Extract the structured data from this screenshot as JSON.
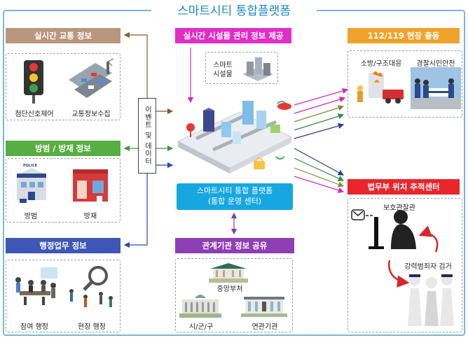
{
  "title": "스마트시티 통합플랫폼",
  "traffic": {
    "header": "실시간 교통 정보",
    "items": [
      "첨단신호제어",
      "교통정보수집"
    ]
  },
  "crime": {
    "header": "방범 / 방재 정보",
    "items": [
      "방범",
      "방재"
    ],
    "police_sign": "POLICE"
  },
  "admin": {
    "header": "행정업무 정보",
    "items": [
      "참여 행정",
      "현장 행정"
    ]
  },
  "facility": {
    "header": "실시간 시설물 관리 정보 제공",
    "label_line1": "스마트",
    "label_line2": "시설물"
  },
  "vertical_label": "이벤트 및 데이터",
  "platform": {
    "line1": "스마트시티 통합 플랫폼",
    "line2": "(통합 운영 센터)"
  },
  "agency": {
    "header": "관계기관 정보 공유",
    "items": [
      "중앙부처",
      "시/군/구",
      "연관기관"
    ]
  },
  "emergency": {
    "header": "112/119 현장 출동",
    "items": [
      "소방/구조대응",
      "경찰시민안전"
    ]
  },
  "justice": {
    "header": "법무부 위치 추적센터",
    "officer": "보호관찰관",
    "arrest": "강력범죄자 검거"
  },
  "colors": {
    "traffic": "#b9977e",
    "crime": "#58ae42",
    "admin": "#3e57b6",
    "facility": "#e12ec5",
    "agency": "#8f3fb5",
    "emergency": "#f0a32c",
    "justice": "#e9262b",
    "platform": "#17a7e0",
    "frame": "#7ab8da"
  }
}
